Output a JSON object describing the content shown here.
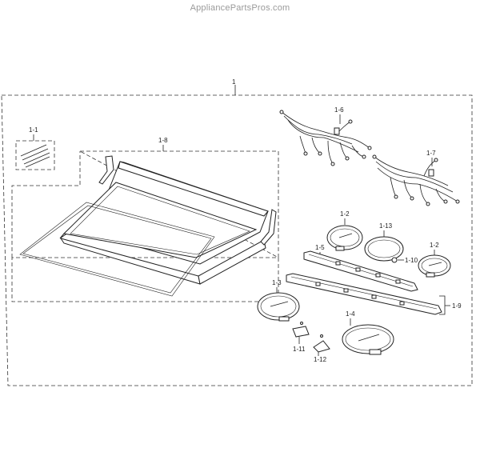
{
  "watermark": "AppliancePartsPros.com",
  "callouts": {
    "c1": "1",
    "c1_1": "1-1",
    "c1_8": "1-8",
    "c1_6": "1-6",
    "c1_7": "1-7",
    "c1_2a": "1-2",
    "c1_13": "1-13",
    "c1_5": "1-5",
    "c1_10": "1-10",
    "c1_2b": "1-2",
    "c1_3": "1-3",
    "c1_9": "1-9",
    "c1_4": "1-4",
    "c1_11": "1-11",
    "c1_12": "1-12"
  }
}
